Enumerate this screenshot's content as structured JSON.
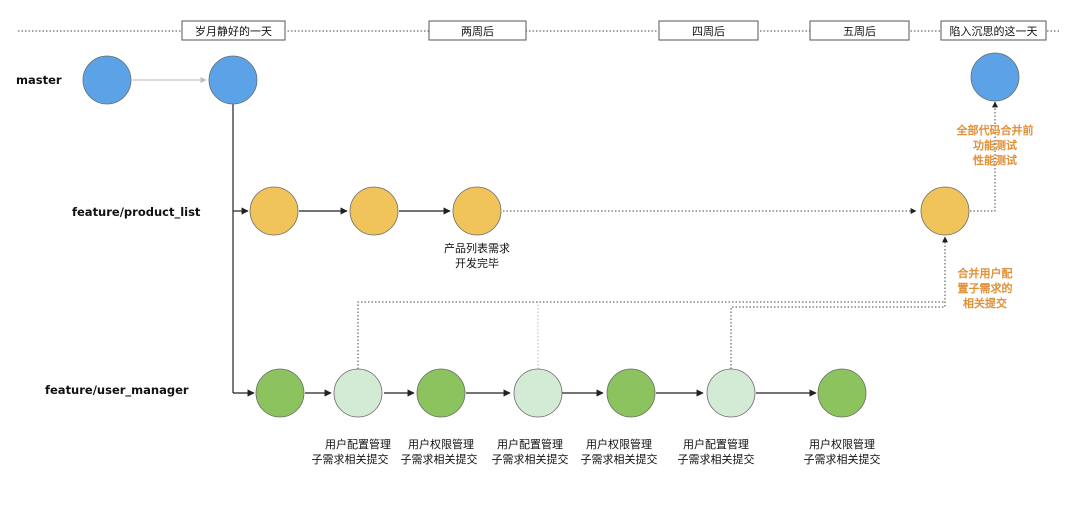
{
  "timeline": {
    "labels": [
      "岁月静好的一天",
      "两周后",
      "四周后",
      "五周后",
      "陷入沉思的这一天"
    ]
  },
  "branches": {
    "master": "master",
    "product_list": "feature/product_list",
    "user_manager": "feature/user_manager"
  },
  "captions": {
    "product_done": [
      "产品列表需求",
      "开发完毕"
    ],
    "user_commits": [
      [
        "用户配置管理",
        "子需求相关提交"
      ],
      [
        "用户权限管理",
        "子需求相关提交"
      ],
      [
        "用户配置管理",
        "子需求相关提交"
      ],
      [
        "用户权限管理",
        "子需求相关提交"
      ],
      [
        "用户配置管理",
        "子需求相关提交"
      ],
      [
        "用户权限管理",
        "子需求相关提交"
      ]
    ]
  },
  "notes": {
    "merge_user_config": [
      "合并用户配",
      "置子需求的",
      "相关提交"
    ],
    "before_merge": [
      "全部代码合并前",
      "功能测试",
      "性能测试"
    ]
  },
  "colors": {
    "master": "#5ba3e6",
    "product_list": "#f0c45a",
    "user_dark": "#8cc35e",
    "user_light": "#d3ebd5",
    "note": "#e0913a",
    "stroke": "#6b6b6b"
  }
}
